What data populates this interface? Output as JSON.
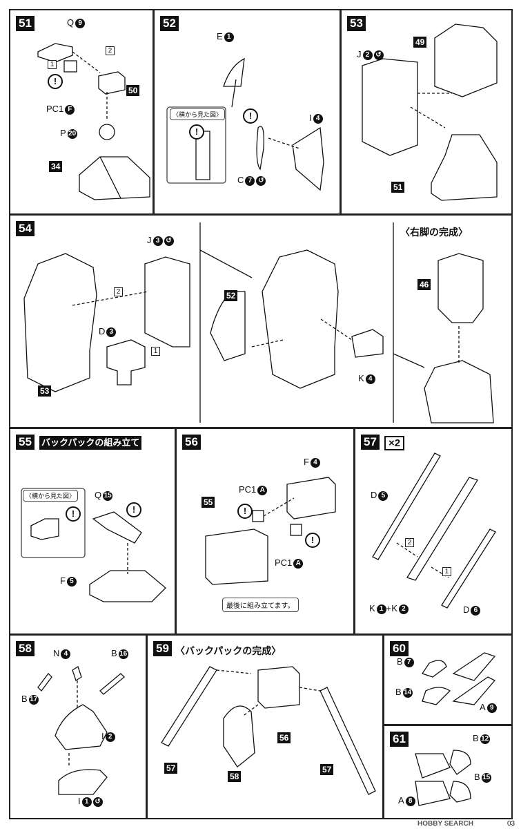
{
  "steps": {
    "s51": {
      "num": "51",
      "labels": {
        "q": "Q",
        "q_n": "9",
        "pc1": "PC1",
        "pc1_n": "F",
        "p": "P",
        "p_n": "20",
        "ref50": "50",
        "ref34": "34",
        "sq1": "1",
        "sq2": "2"
      }
    },
    "s52": {
      "num": "52",
      "labels": {
        "e": "E",
        "e_n": "1",
        "i": "I",
        "i_n": "4",
        "c": "C",
        "c_n": "7",
        "side_view": "〈横から見た図〉"
      }
    },
    "s53": {
      "num": "53",
      "labels": {
        "j": "J",
        "j_n": "2",
        "ref49": "49",
        "ref51": "51"
      }
    },
    "s54": {
      "num": "54",
      "labels": {
        "j": "J",
        "j_n": "3",
        "d": "D",
        "d_n": "3",
        "k": "K",
        "k_n": "4",
        "ref53": "53",
        "ref52": "52",
        "ref46": "46",
        "sq1": "1",
        "sq2": "2",
        "complete": "〈右脚の完成〉"
      }
    },
    "s55": {
      "num": "55",
      "title": "バックパックの組み立て",
      "labels": {
        "q": "Q",
        "q_n": "15",
        "f": "F",
        "f_n": "5",
        "side_view": "〈横から見た図〉"
      }
    },
    "s56": {
      "num": "56",
      "labels": {
        "f": "F",
        "f_n": "4",
        "pc1a": "PC1",
        "pc1a_n": "A",
        "pc1b": "PC1",
        "pc1b_n": "A",
        "ref55": "55",
        "note": "最後に組み立てます。"
      }
    },
    "s57": {
      "num": "57",
      "mult": "×2",
      "labels": {
        "d5": "D",
        "d5_n": "5",
        "d6": "D",
        "d6_n": "6",
        "k": "K",
        "k_n1": "1",
        "plus": "+K",
        "k_n2": "2",
        "sq1": "1",
        "sq2": "2"
      }
    },
    "s58": {
      "num": "58",
      "labels": {
        "n": "N",
        "n_n": "4",
        "b16": "B",
        "b16_n": "16",
        "b17": "B",
        "b17_n": "17",
        "i2": "I",
        "i2_n": "2",
        "i1": "I",
        "i1_n": "1"
      }
    },
    "s59": {
      "num": "59",
      "title": "〈バックパックの完成〉",
      "labels": {
        "ref57a": "57",
        "ref57b": "57",
        "ref58": "58",
        "ref56": "56"
      }
    },
    "s60": {
      "num": "60",
      "labels": {
        "b7": "B",
        "b7_n": "7",
        "b14": "B",
        "b14_n": "14",
        "a9": "A",
        "a9_n": "9"
      }
    },
    "s61": {
      "num": "61",
      "labels": {
        "b12": "B",
        "b12_n": "12",
        "b15": "B",
        "b15_n": "15",
        "a8": "A",
        "a8_n": "8"
      }
    }
  },
  "footer": {
    "watermark": "HOBBY SEARCH",
    "page": "03"
  },
  "colors": {
    "ink": "#111111",
    "paper": "#ffffff"
  }
}
